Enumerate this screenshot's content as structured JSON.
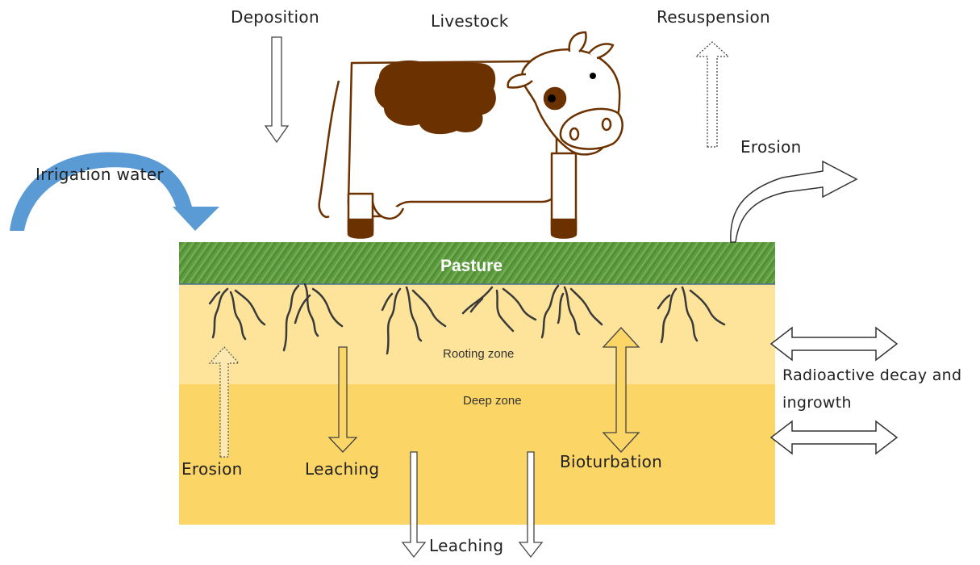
{
  "labels": {
    "deposition": "Deposition",
    "livestock": "Livestock",
    "resuspension": "Resuspension",
    "erosion_top": "Erosion",
    "irrigation": "Irrigation water",
    "pasture": "Pasture",
    "rooting_zone": "Rooting zone",
    "deep_zone": "Deep zone",
    "radioactive_line1": "Radioactive decay and",
    "radioactive_line2": "ingrowth",
    "erosion_soil": "Erosion",
    "leaching_soil": "Leaching",
    "bioturbation": "Bioturbation",
    "leaching_bottom": "Leaching"
  },
  "colors": {
    "pasture_green": "#5e9a3f",
    "rooting_zone": "#fde49a",
    "deep_zone": "#fbd566",
    "irrigation_arrow": "#5b9bd5",
    "cow_spot": "#6b3200",
    "cow_outline": "#6b3200"
  }
}
